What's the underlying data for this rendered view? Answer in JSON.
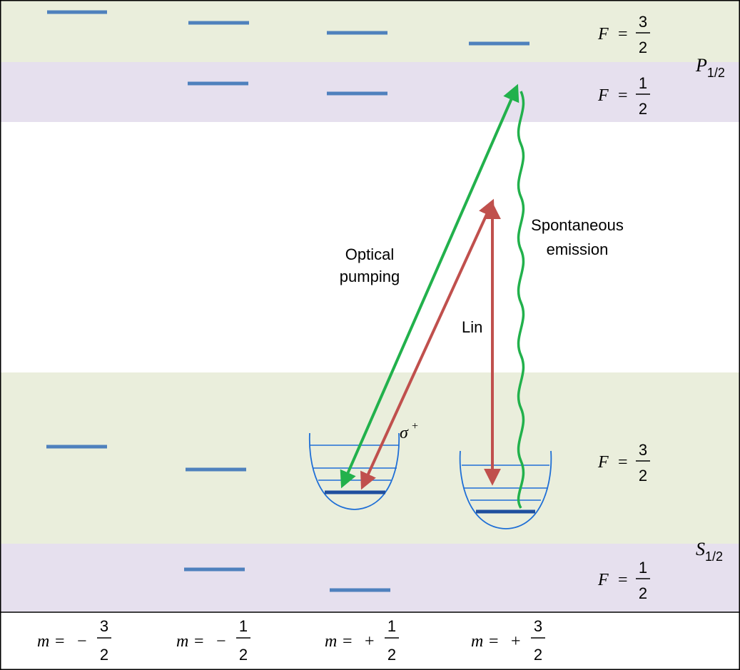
{
  "colors": {
    "band_green": "#eaeedc",
    "band_purple": "#e6e0ee",
    "level_blue": "#4f81bd",
    "trap_blue": "#1f6fd6",
    "green_arrow": "#22b14c",
    "red_arrow": "#c0504d",
    "frame": "#000000"
  },
  "manifolds": {
    "p_label": {
      "sym": "P",
      "sub": "1/2"
    },
    "s_label": {
      "sym": "S",
      "sub": "1/2"
    }
  },
  "hyperfine_labels": {
    "p_f32": {
      "F": "F",
      "num": "3",
      "den": "2"
    },
    "p_f12": {
      "F": "F",
      "num": "1",
      "den": "2"
    },
    "s_f32": {
      "F": "F",
      "num": "3",
      "den": "2"
    },
    "s_f12": {
      "F": "F",
      "num": "1",
      "den": "2"
    }
  },
  "annotations": {
    "optical_pumping": [
      "Optical",
      "pumping"
    ],
    "spontaneous_emission": [
      "Spontaneous",
      "emission"
    ],
    "lin": "Lin",
    "sigma": "σ",
    "sigma_sup": "+"
  },
  "m_labels": [
    {
      "m": "m",
      "sign": "−",
      "num": "3",
      "den": "2"
    },
    {
      "m": "m",
      "sign": "−",
      "num": "1",
      "den": "2"
    },
    {
      "m": "m",
      "sign": "+",
      "num": "1",
      "den": "2"
    },
    {
      "m": "m",
      "sign": "+",
      "num": "3",
      "den": "2"
    }
  ],
  "icons": {
    "green_arrow": "double-headed-arrow",
    "red_arrow": "double-headed-arrow",
    "wavy": "wavy-line",
    "trap": "harmonic-potential-well"
  }
}
